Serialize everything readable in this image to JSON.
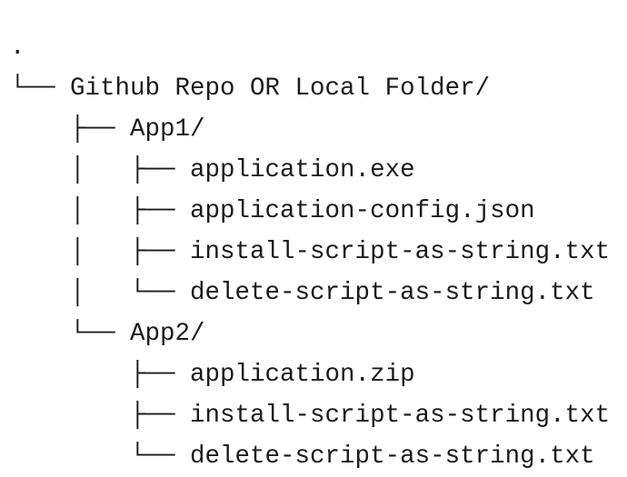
{
  "document": {
    "type": "directory-tree",
    "background_color": "#ffffff",
    "text_color": "#1b1b1f",
    "root_label": ".",
    "lines": [
      ".",
      "└── Github Repo OR Local Folder/",
      "    ├── App1/",
      "    │   ├── application.exe",
      "    │   ├── application-config.json",
      "    │   ├── install-script-as-string.txt",
      "    │   └── delete-script-as-string.txt",
      "    └── App2/",
      "        ├── application.zip",
      "        ├── install-script-as-string.txt",
      "        └── delete-script-as-string.txt"
    ],
    "entries": [
      {
        "name": ".",
        "depth": 0,
        "kind": "root",
        "prefix": ""
      },
      {
        "name": "Github Repo OR Local Folder/",
        "depth": 1,
        "kind": "folder",
        "prefix": "└── "
      },
      {
        "name": "App1/",
        "depth": 2,
        "kind": "folder",
        "prefix": "    ├── "
      },
      {
        "name": "application.exe",
        "depth": 3,
        "kind": "file",
        "prefix": "    │   ├── "
      },
      {
        "name": "application-config.json",
        "depth": 3,
        "kind": "file",
        "prefix": "    │   ├── "
      },
      {
        "name": "install-script-as-string.txt",
        "depth": 3,
        "kind": "file",
        "prefix": "    │   ├── "
      },
      {
        "name": "delete-script-as-string.txt",
        "depth": 3,
        "kind": "file",
        "prefix": "    │   └── "
      },
      {
        "name": "App2/",
        "depth": 2,
        "kind": "folder",
        "prefix": "    └── "
      },
      {
        "name": "application.zip",
        "depth": 3,
        "kind": "file",
        "prefix": "        ├── "
      },
      {
        "name": "install-script-as-string.txt",
        "depth": 3,
        "kind": "file",
        "prefix": "        ├── "
      },
      {
        "name": "delete-script-as-string.txt",
        "depth": 3,
        "kind": "file",
        "prefix": "        └── "
      }
    ]
  }
}
